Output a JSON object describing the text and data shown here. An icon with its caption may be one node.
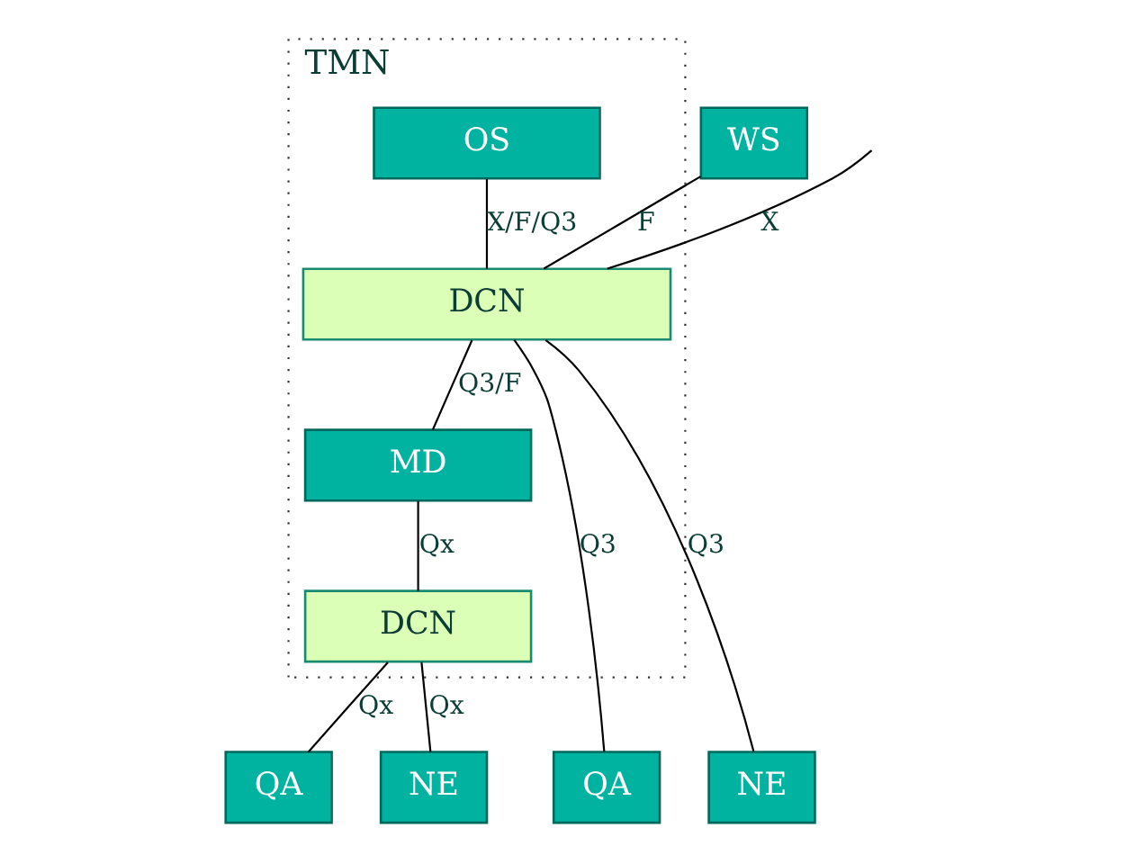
{
  "diagram": {
    "nodes": [
      {
        "text": [
          "TMN"
        ]
      },
      {
        "text": [
          "OS"
        ],
        "in": 0
      },
      {
        "text": [
          "DCN"
        ],
        "in": 0
      },
      {
        "text": [
          "WS"
        ]
      },
      {
        "text": [
          "MD"
        ],
        "in": 0
      },
      {
        "text": [
          "DCN"
        ],
        "in": 0
      },
      {
        "text": [
          "QA"
        ]
      },
      {
        "text": [
          "NE"
        ]
      },
      {
        "text": [
          "QA"
        ]
      },
      {
        "text": [
          "NE"
        ]
      }
    ],
    "edges": [
      {
        "from": 1,
        "to": 2,
        "arrow": "none",
        "label": "X/F/Q3"
      },
      {
        "from": null,
        "to": 2,
        "arrow": "none",
        "label": "X"
      },
      {
        "from": 2,
        "to": 3,
        "arrow": "none",
        "label": "F"
      },
      {
        "from": 2,
        "to": 4,
        "arrow": "none",
        "label": "Q3/F"
      },
      {
        "from": 2,
        "to": 6,
        "arrow": "none",
        "label": "Q3"
      },
      {
        "from": 2,
        "to": 7,
        "arrow": "none",
        "label": "Q3"
      },
      {
        "from": 4,
        "to": 5,
        "arrow": "none",
        "label": "Qx"
      },
      {
        "from": 5,
        "to": 8,
        "arrow": "none",
        "label": "Qx"
      },
      {
        "from": 5,
        "to": 9,
        "arrow": "none",
        "label": "Qx"
      }
    ]
  }
}
